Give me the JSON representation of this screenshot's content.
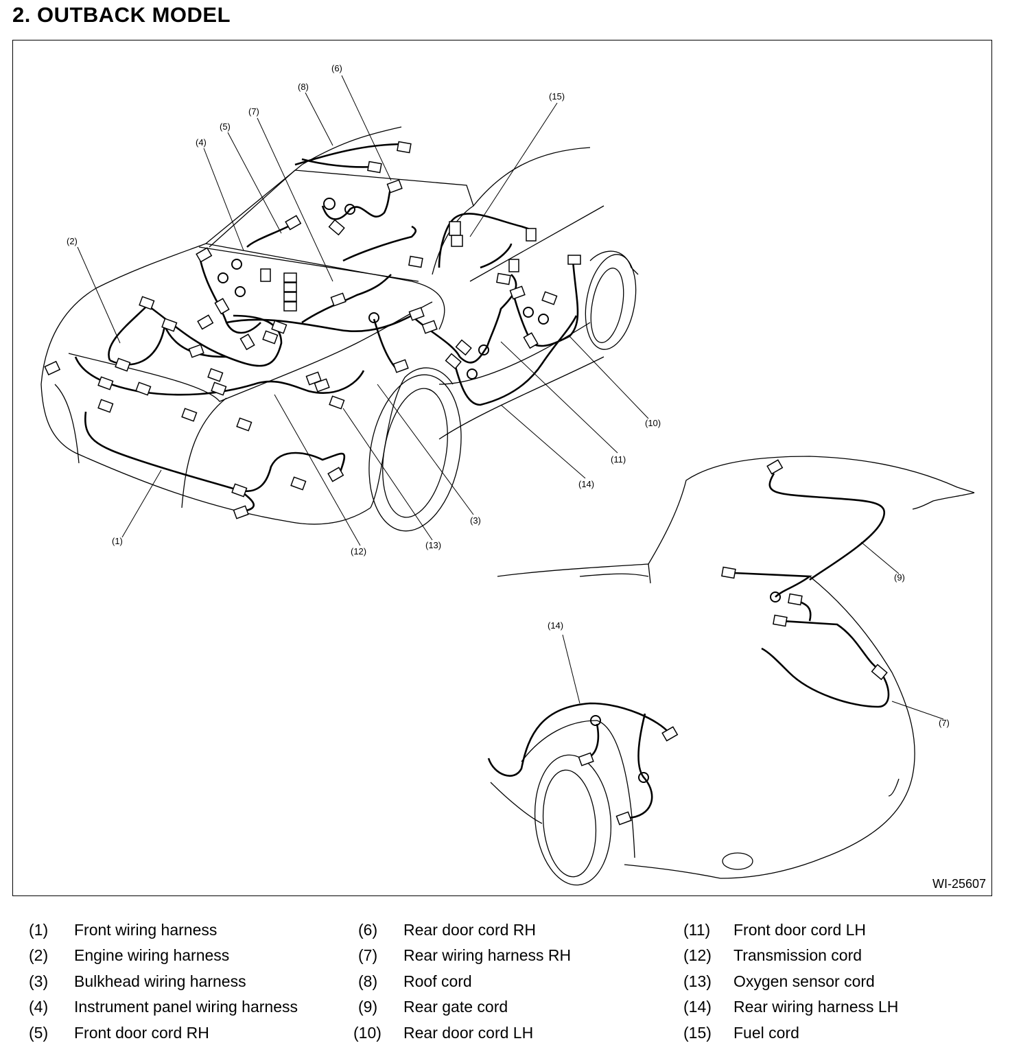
{
  "title": "2.  OUTBACK MODEL",
  "figure_id": "WI-25607",
  "callouts": {
    "c1": "(1)",
    "c2": "(2)",
    "c3": "(3)",
    "c4": "(4)",
    "c5": "(5)",
    "c6": "(6)",
    "c7": "(7)",
    "c8": "(8)",
    "c9": "(9)",
    "c10": "(10)",
    "c11": "(11)",
    "c12": "(12)",
    "c13": "(13)",
    "c14": "(14)",
    "c15": "(15)"
  },
  "legend": [
    {
      "num": "(1)",
      "label": "Front wiring harness"
    },
    {
      "num": "(2)",
      "label": "Engine wiring harness"
    },
    {
      "num": "(3)",
      "label": "Bulkhead wiring harness"
    },
    {
      "num": "(4)",
      "label": "Instrument panel wiring harness"
    },
    {
      "num": "(5)",
      "label": "Front door cord RH"
    },
    {
      "num": "(6)",
      "label": "Rear door cord RH"
    },
    {
      "num": "(7)",
      "label": "Rear wiring harness RH"
    },
    {
      "num": "(8)",
      "label": "Roof cord"
    },
    {
      "num": "(9)",
      "label": "Rear gate cord"
    },
    {
      "num": "(10)",
      "label": "Rear door cord LH"
    },
    {
      "num": "(11)",
      "label": "Front door cord LH"
    },
    {
      "num": "(12)",
      "label": "Transmission cord"
    },
    {
      "num": "(13)",
      "label": "Oxygen sensor cord"
    },
    {
      "num": "(14)",
      "label": "Rear wiring harness LH"
    },
    {
      "num": "(15)",
      "label": "Fuel cord"
    }
  ]
}
